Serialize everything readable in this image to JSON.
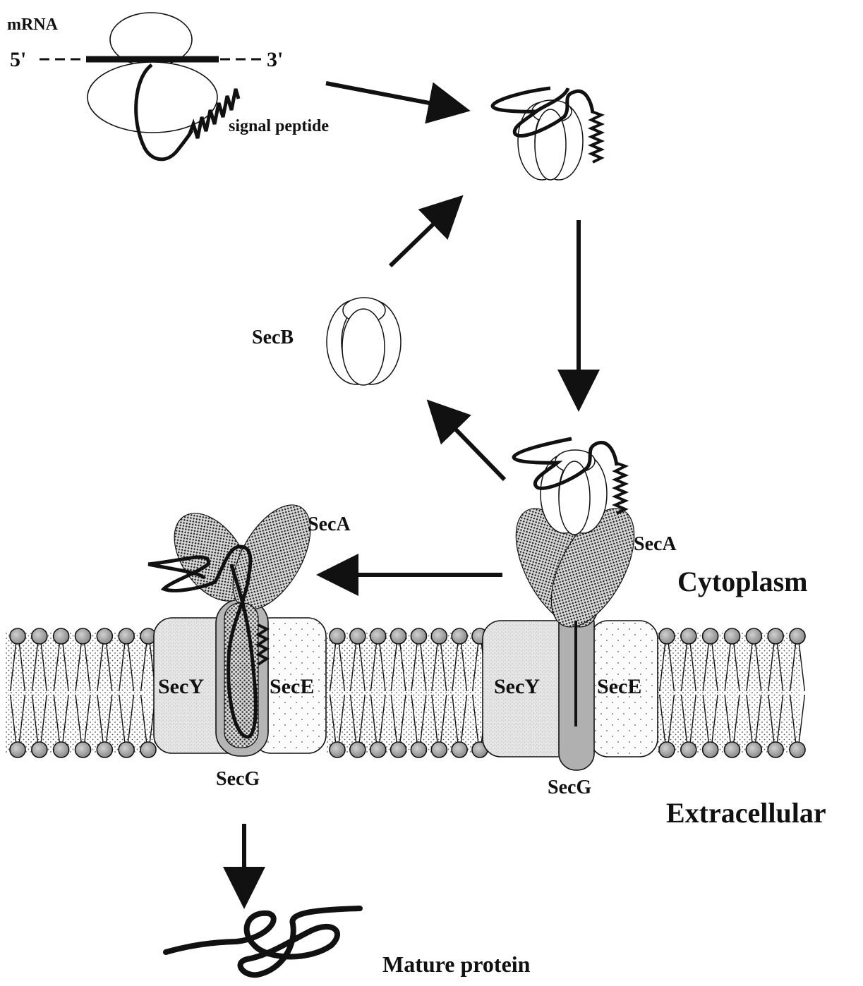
{
  "labels": {
    "mrna": "mRNA",
    "five_prime": "5'",
    "three_prime": "3'",
    "signal_peptide": "signal peptide",
    "secb": "SecB",
    "seca_left": "SecA",
    "seca_right": "SecA",
    "cytoplasm": "Cytoplasm",
    "extracellular": "Extracellular",
    "secy_left": "SecY",
    "sece_left": "SecE",
    "secg_left": "SecG",
    "secy_right": "SecY",
    "sece_right": "SecE",
    "secg_right": "SecG",
    "mature_protein": "Mature protein"
  },
  "colors": {
    "ink": "#111111",
    "lipid_head": "#9a9a9a",
    "secy_fill": "#e4e4e4",
    "sece_fill": "#fbfbfb",
    "secg_fill": "#b8b8b8",
    "seca_dots": "#333333"
  }
}
